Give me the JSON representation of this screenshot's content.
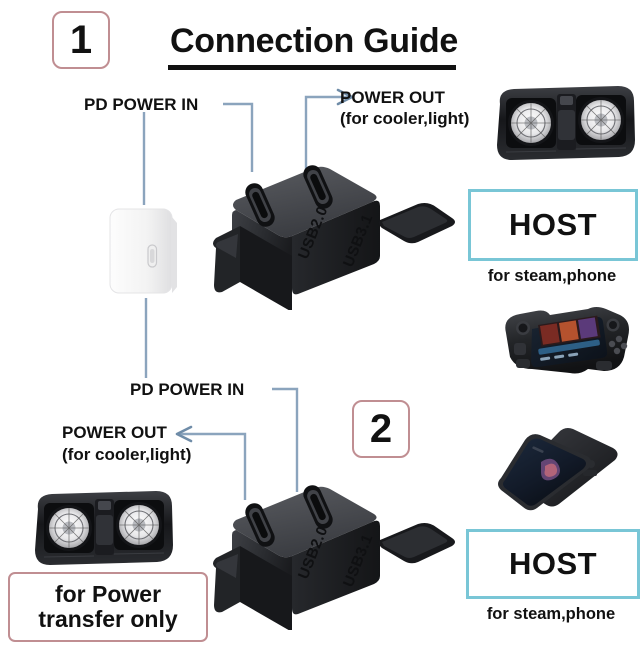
{
  "header": {
    "badge_1": "1",
    "badge_2": "2",
    "title": "Connection Guide"
  },
  "section1": {
    "pd_power_in": "PD POWER IN",
    "power_out": "POWER OUT",
    "power_out_sub": "(for cooler,light)",
    "host_label": "HOST",
    "host_caption": "for steam,phone",
    "adapter_port_1": "USB2.0",
    "adapter_port_2": "USB3.1"
  },
  "section2": {
    "pd_power_in": "PD POWER IN",
    "power_out": "POWER OUT",
    "power_out_sub": "(for cooler,light)",
    "host_label": "HOST",
    "host_caption": "for steam,phone",
    "power_note_line1": "for Power",
    "power_note_line2": "transfer only",
    "adapter_port_1": "USB2.0",
    "adapter_port_2": "USB3.1"
  },
  "devices": {
    "cooler_top": "led-cooler-fan-device",
    "cooler_bottom": "led-cooler-fan-device",
    "steam_deck": "handheld-game-console",
    "phones": "smartphone-pair",
    "charger": "white-pd-wall-charger"
  },
  "colors": {
    "badge_border": "#c08e92",
    "host_border": "#79c6d6",
    "connector_line": "#8ba4bd",
    "title_rule": "#111111",
    "background": "#ffffff"
  }
}
